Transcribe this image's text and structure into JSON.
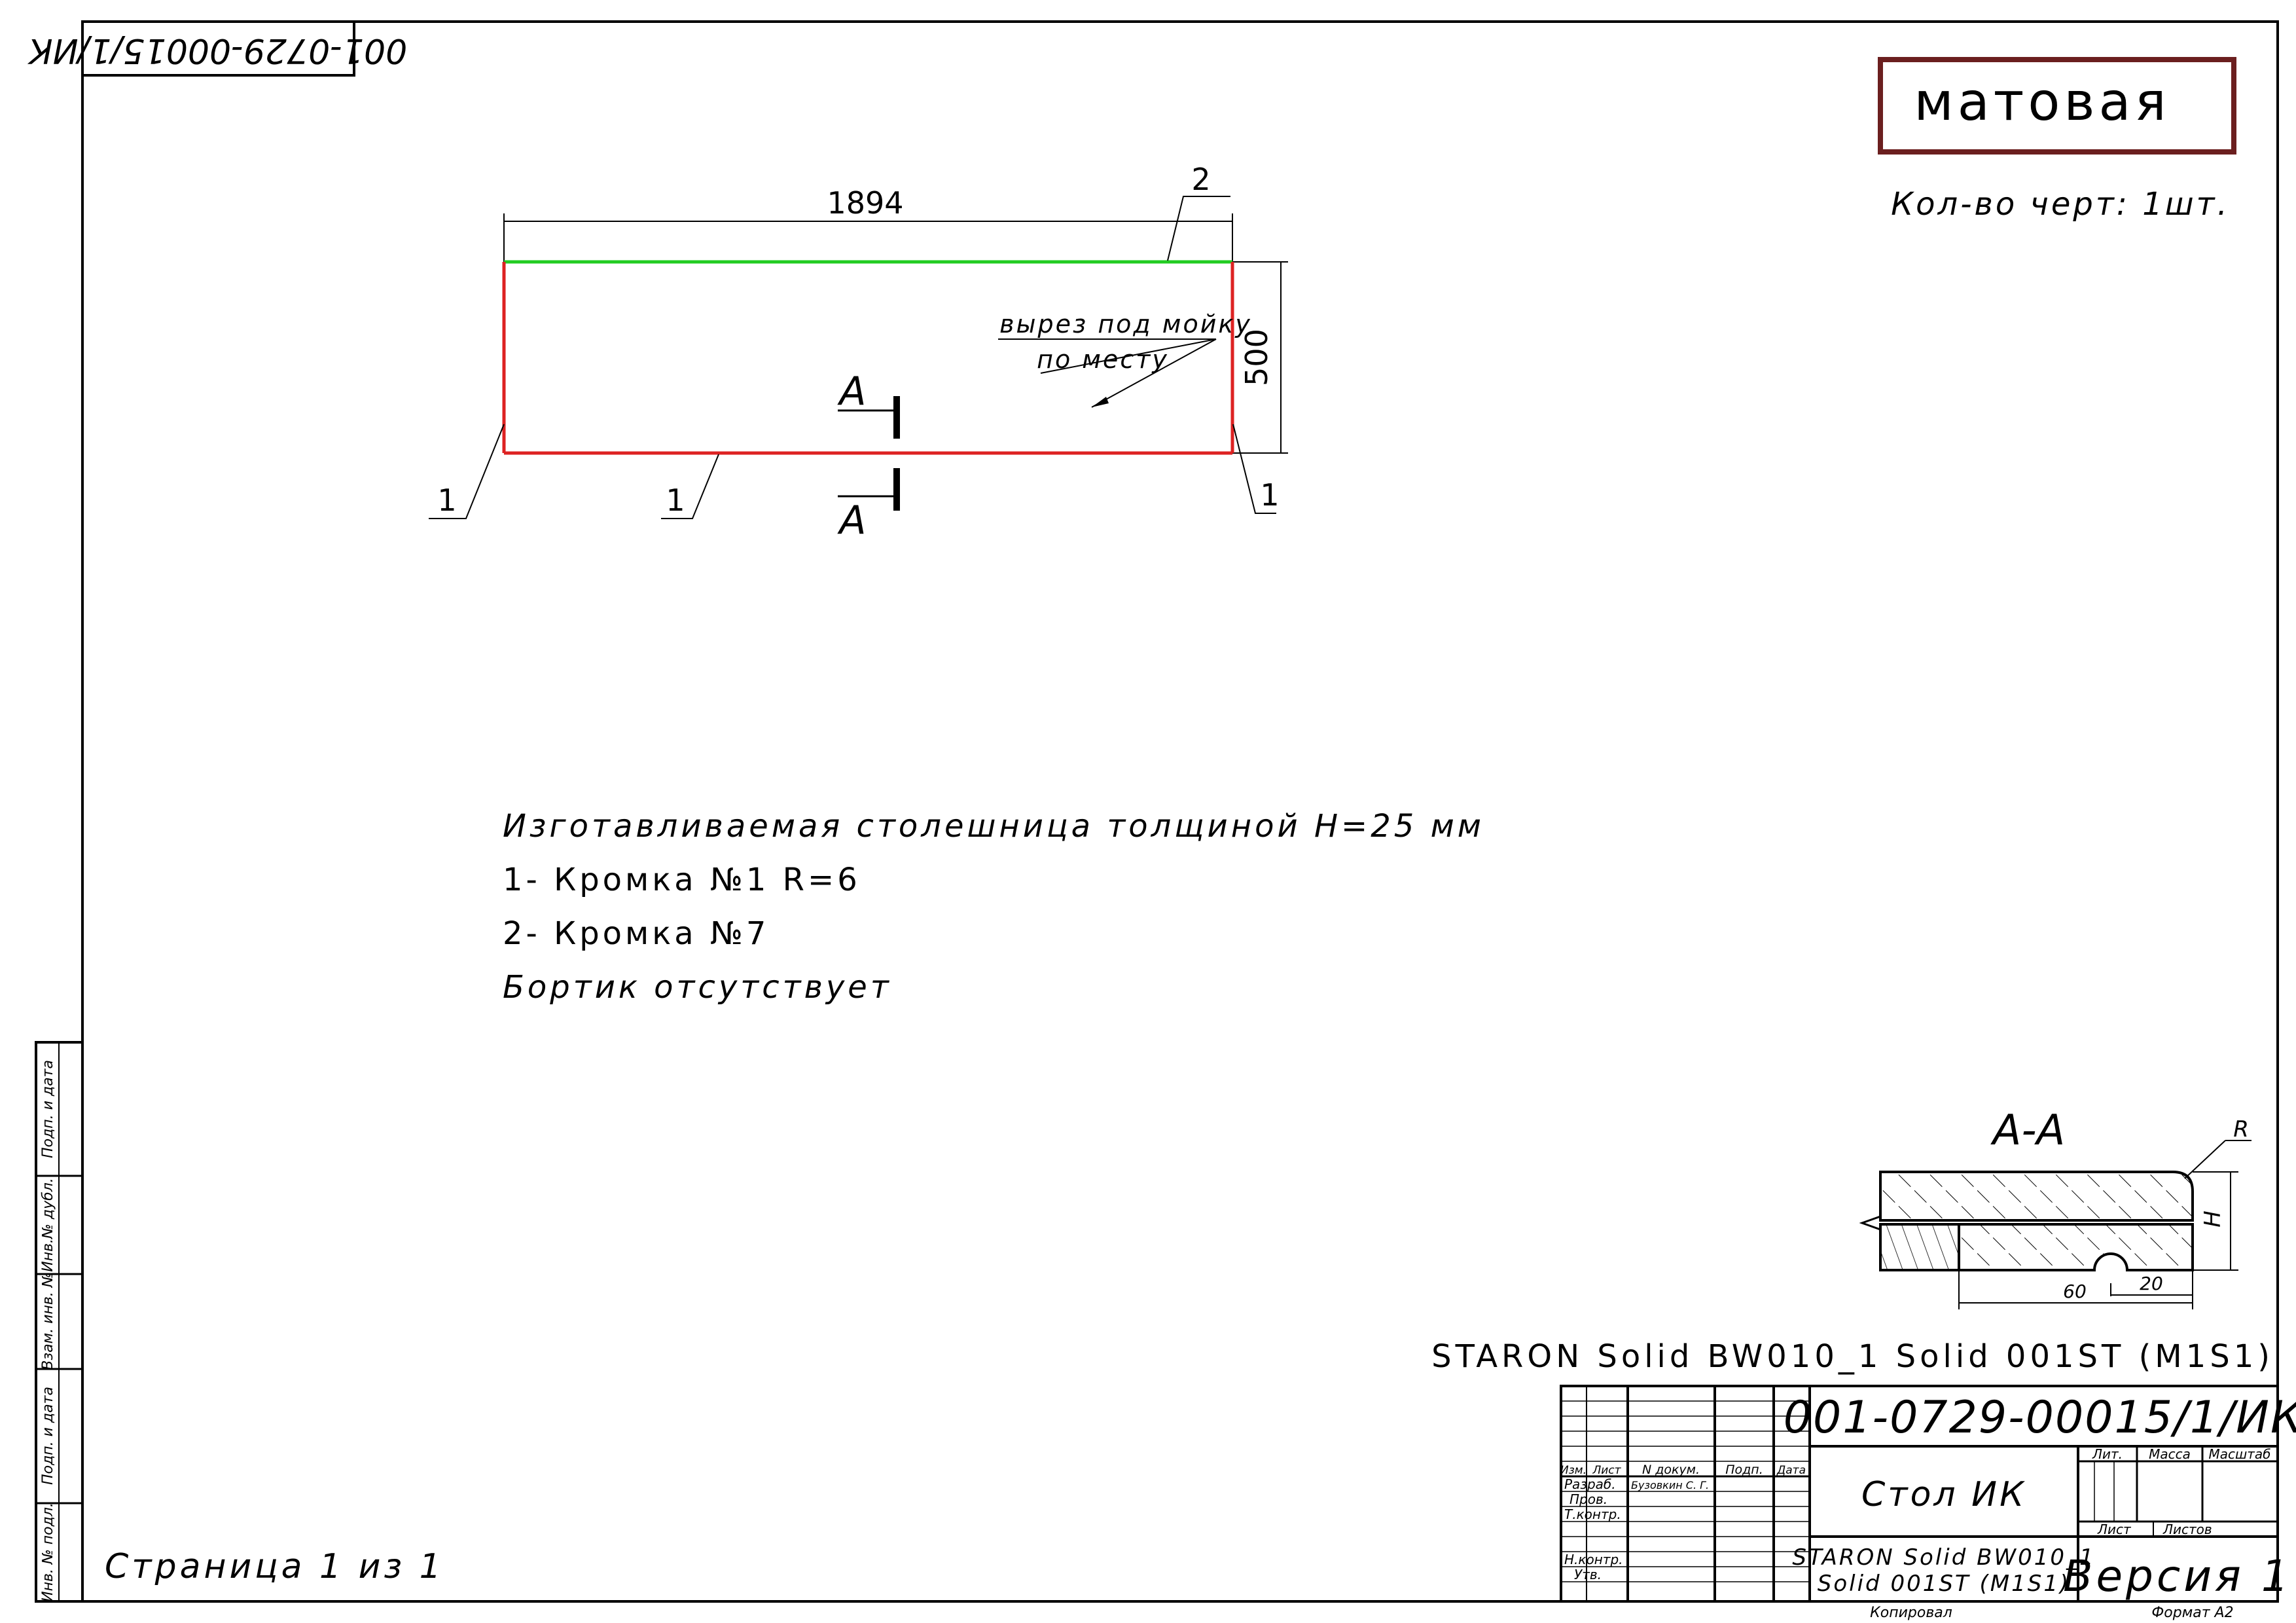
{
  "stamp_code_rotated": "001-0729-00015/1/ИК",
  "finish_label": "матовая",
  "drawing_quantity": "Кол-во черт: 1шт.",
  "plan": {
    "dim_length": "1894",
    "dim_width": "500",
    "edge_callouts": [
      "1",
      "1",
      "1",
      "2"
    ],
    "cutout_note_line1": "вырез под мойку",
    "cutout_note_line2": "по месту",
    "section_mark_top": "А",
    "section_mark_bottom": "А"
  },
  "notes": [
    "Изготавливаемая столешница толщиной Н=25 мм",
    "1- Кромка №1 R=6",
    "2- Кромка №7",
    "Бортик отсутствует"
  ],
  "section_view": {
    "title": "А-А",
    "label_R": "R",
    "label_H": "Н",
    "dim_60": "60",
    "dim_20": "20"
  },
  "material_line": "STARON Solid BW010_1 Solid 001ST (M1S1)",
  "page_counter": "Страница 1 из 1",
  "title_block": {
    "designation": "001-0729-00015/1/ИК",
    "product_name": "Стол ИК",
    "material_line1": "STARON Solid BW010_1",
    "material_line2": "Solid 001ST (M1S1)",
    "version": "Версия 1",
    "col_headers": [
      "Изм.",
      "Лист",
      "N докум.",
      "Подп.",
      "Дата"
    ],
    "row_labels": [
      "Разраб.",
      "Пров.",
      "Т.контр.",
      "Н.контр.",
      "Утв."
    ],
    "developer_name": "Бузовкин С. Г.",
    "lit_label": "Лит.",
    "mass_label": "Масса",
    "scale_label": "Масштаб",
    "sheet_label": "Лист",
    "sheets_label": "Листов",
    "copied_label": "Копировал",
    "format_label": "Формат А2"
  },
  "side_strip": [
    "Инв. № подл.",
    "Подп. и дата",
    "Взам. инв. №",
    "Инв.№ дубл.",
    "Подп. и дата"
  ],
  "colors": {
    "edge_red": "#dd2222",
    "edge_green": "#22cc22",
    "finish_frame": "#6b1f1f"
  }
}
